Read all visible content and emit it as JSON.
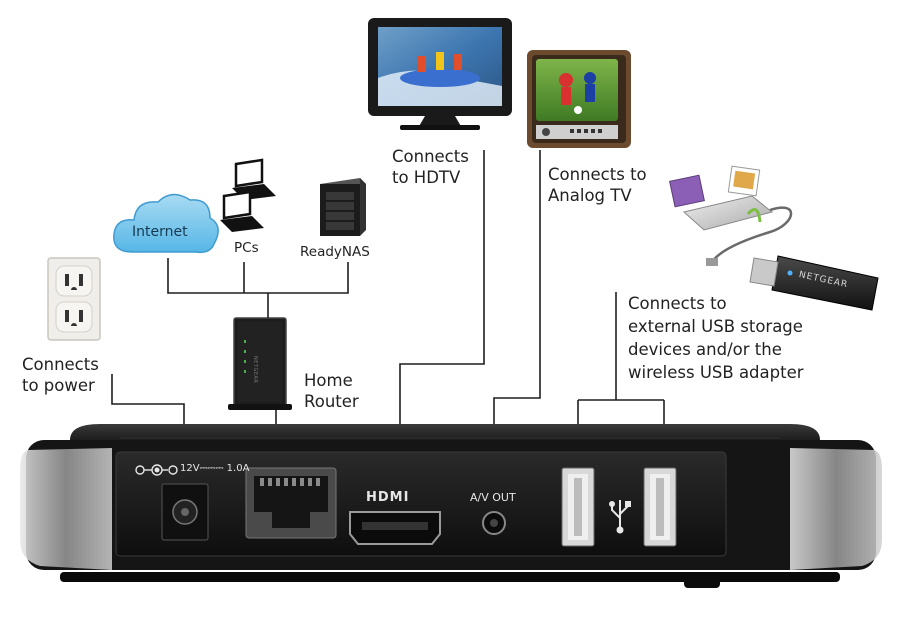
{
  "nodes": {
    "internet": "Internet",
    "pcs": "PCs",
    "readynas": "ReadyNAS",
    "router": [
      "Home",
      "Router"
    ]
  },
  "callouts": {
    "hdtv": [
      "Connects",
      "to HDTV"
    ],
    "analog": [
      "Connects to",
      "Analog TV"
    ],
    "power": [
      "Connects",
      "to power"
    ],
    "usb": [
      "Connects to",
      "external USB storage",
      "devices and/or the",
      "wireless USB adapter"
    ]
  },
  "ports": {
    "power_spec": "12V⎓⎓⎓ 1.0A",
    "hdmi": "HDMI",
    "av_out": "A/V OUT"
  },
  "dongle_brand": "NETGEAR",
  "router_brand": "NETGEAR"
}
